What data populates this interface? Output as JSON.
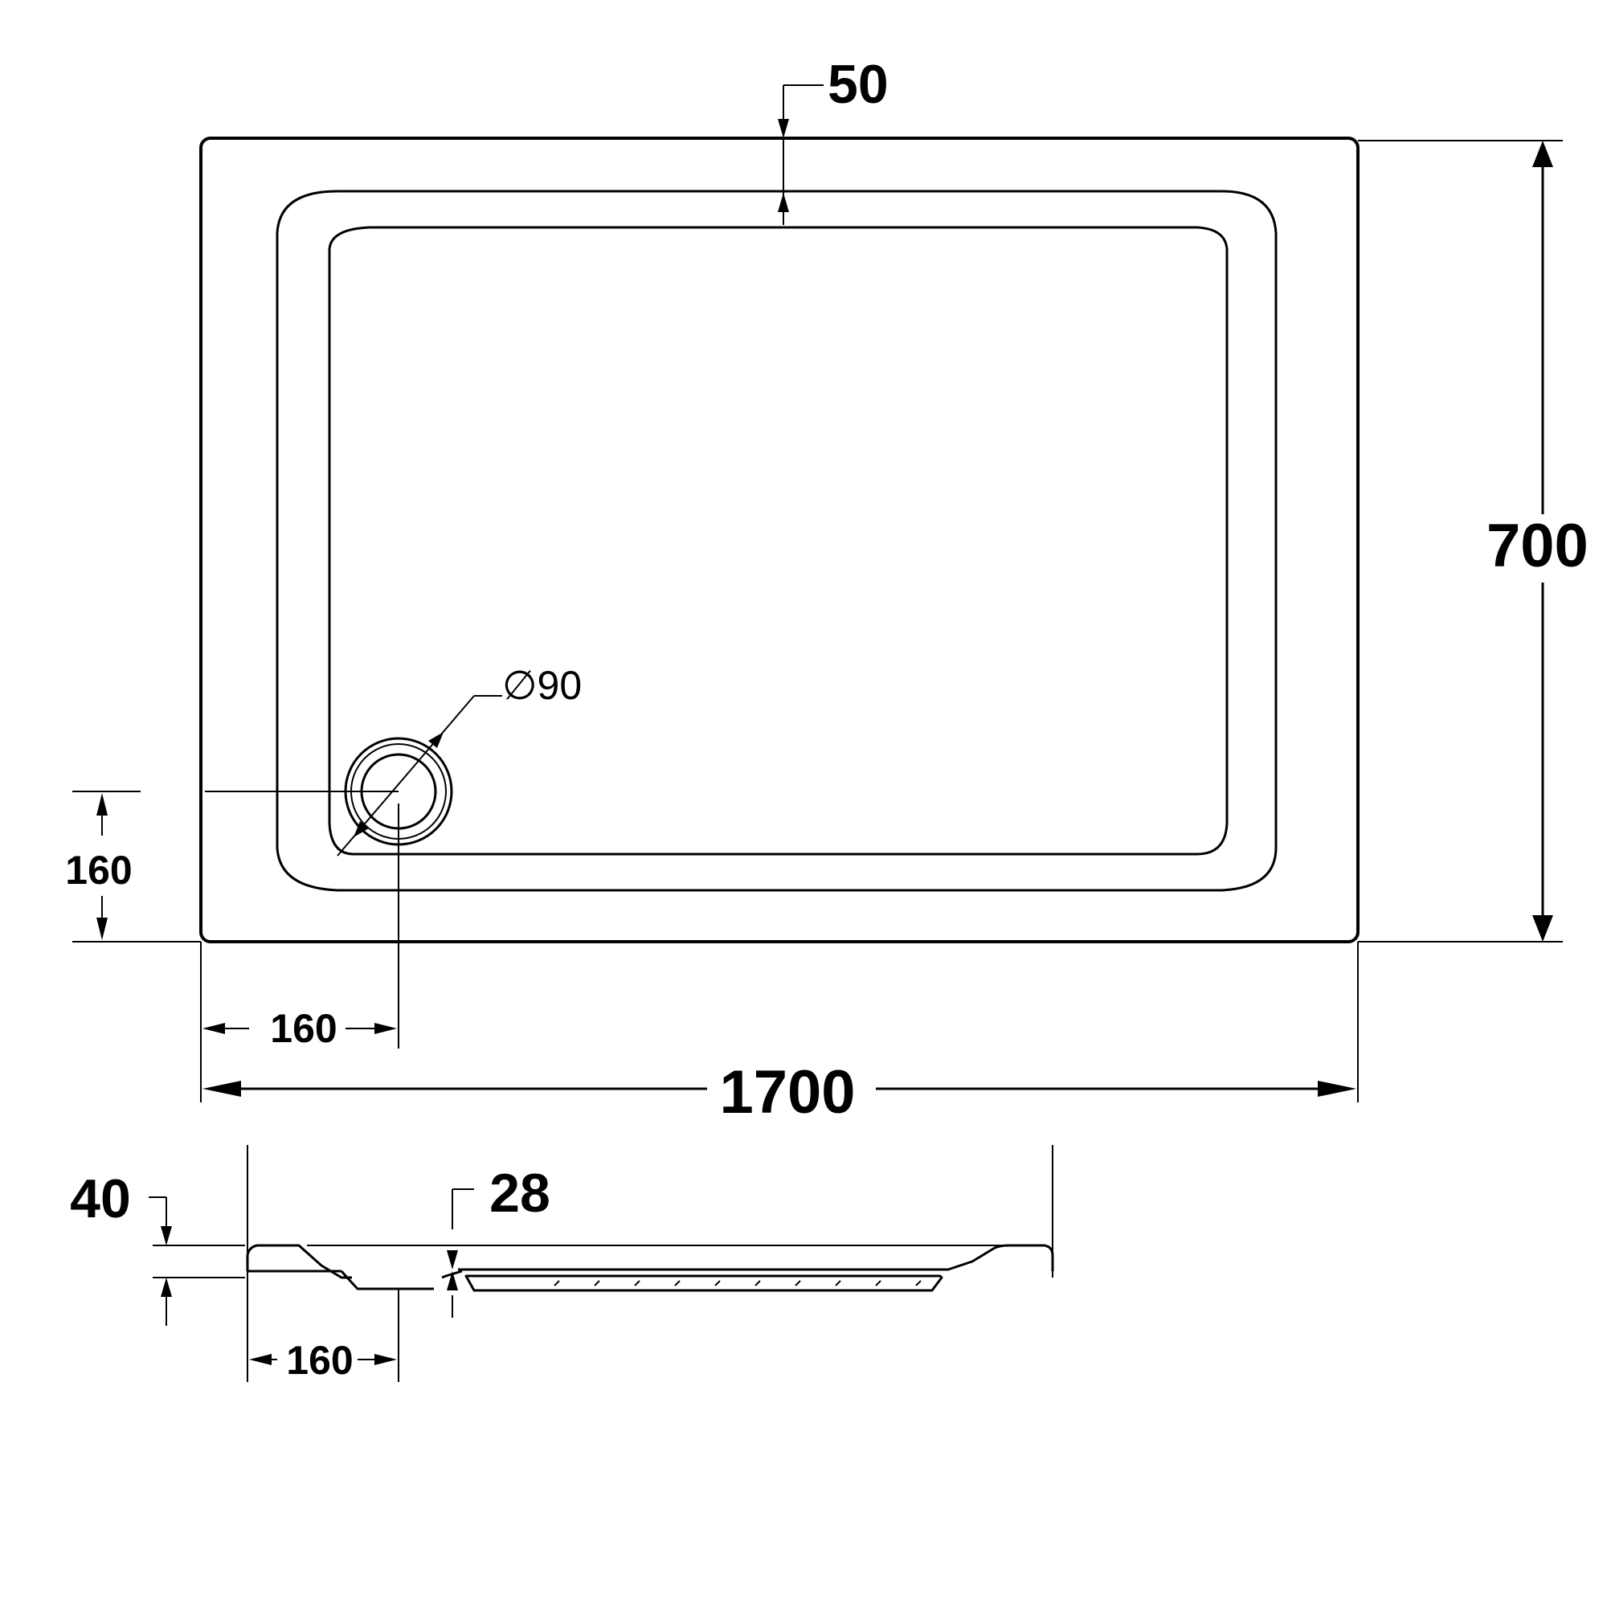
{
  "plan_view": {
    "width_label": "1700",
    "height_label": "700",
    "rim_label": "50",
    "waste_diameter_label": "∅90",
    "waste_offset_y_label": "160",
    "waste_offset_x_label": "160"
  },
  "side_view": {
    "height_label": "40",
    "depth_label": "28",
    "waste_offset_label": "160"
  }
}
